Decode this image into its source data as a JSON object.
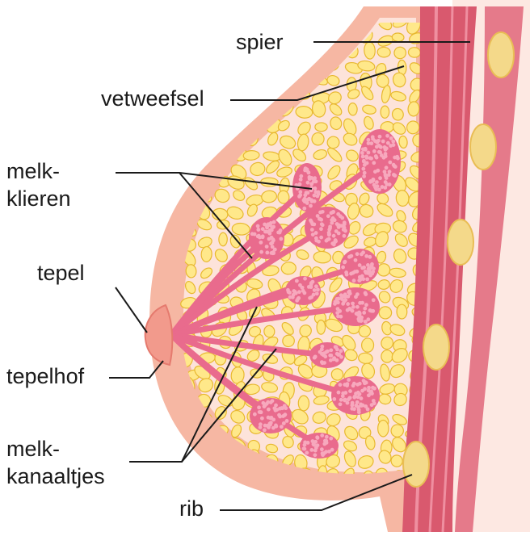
{
  "labels": {
    "spier": "spier",
    "vetweefsel": "vetweefsel",
    "melkklieren_line1": "melk-",
    "melkklieren_line2": "klieren",
    "tepel": "tepel",
    "tepelhof": "tepelhof",
    "melkkanaaltjes_line1": "melk-",
    "melkkanaaltjes_line2": "kanaaltjes",
    "rib": "rib"
  },
  "colors": {
    "skin": "#f6b7a3",
    "skin_light": "#fde3da",
    "inner_tissue": "#fad9cf",
    "fat_fill": "#ffe88a",
    "fat_stroke": "#e8b830",
    "gland": "#e96b8d",
    "gland_dot": "#f7a8bd",
    "muscle": "#d9596e",
    "muscle_light": "#ef8fa0",
    "rib": "#f4d98a",
    "background_right": "#fde8e2",
    "leader_line": "#1a1a1a"
  }
}
